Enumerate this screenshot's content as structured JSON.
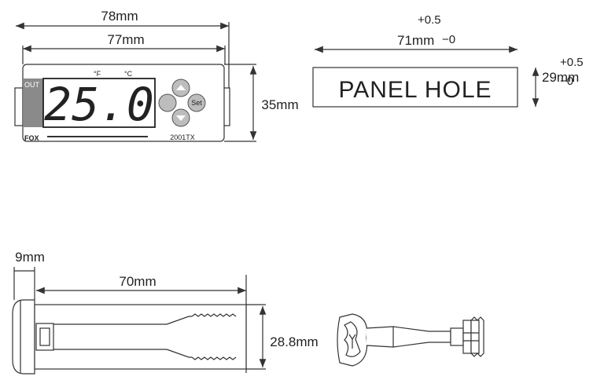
{
  "front_view": {
    "overall_width": "78mm",
    "bezel_width": "77mm",
    "height": "35mm",
    "out_label": "OUT",
    "unit_f": "°F",
    "unit_c": "°C",
    "display_value": "25.0",
    "set_label": "Set",
    "brand": "FOX",
    "model": "2001TX"
  },
  "panel_hole": {
    "label": "PANEL HOLE",
    "width": "71mm",
    "width_tol_plus": "+0.5",
    "width_tol_minus": "−0",
    "height": "29mm",
    "height_tol_plus": "+0.5",
    "height_tol_minus": "−0"
  },
  "side_view": {
    "bezel_depth": "9mm",
    "body_length": "70mm",
    "body_height": "28.8mm"
  },
  "colors": {
    "line": "#333333",
    "display_bg": "#ffffff",
    "out_strip": "#8a8a8a",
    "button_fill": "#bdbdbd"
  }
}
